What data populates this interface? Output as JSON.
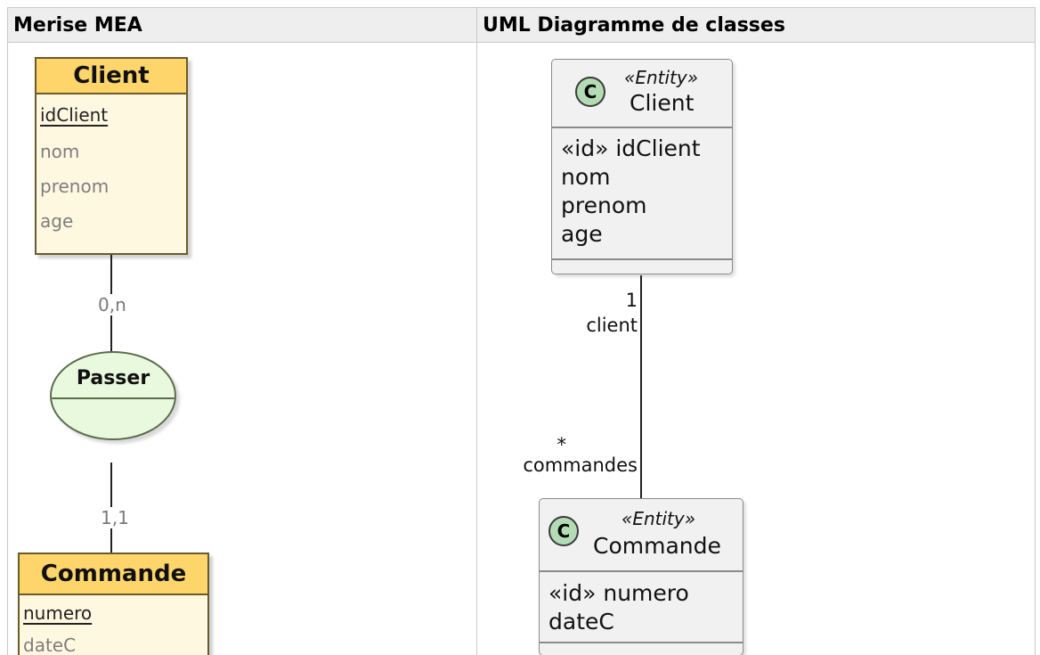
{
  "columns": {
    "left": "Merise MEA",
    "right": "UML Diagramme de classes"
  },
  "mea": {
    "client": {
      "name": "Client",
      "key": "idClient",
      "attributes": [
        "nom",
        "prenom",
        "age"
      ]
    },
    "association": {
      "name": "Passer",
      "card_top": "0,n",
      "card_bottom": "1,1"
    },
    "commande": {
      "name": "Commande",
      "key": "numero",
      "attributes": [
        "dateC"
      ]
    }
  },
  "uml": {
    "client": {
      "stereotype": "«Entity»",
      "icon_letter": "C",
      "name": "Client",
      "attributes": [
        "«id» idClient",
        "nom",
        "prenom",
        "age"
      ]
    },
    "commande": {
      "stereotype": "«Entity»",
      "icon_letter": "C",
      "name": "Commande",
      "attributes": [
        "«id» numero",
        "dateC"
      ]
    },
    "association": {
      "top_multiplicity": "1",
      "top_role": "client",
      "bottom_multiplicity": "*",
      "bottom_role": "commandes"
    }
  },
  "colors": {
    "entity_fill": "#fff8e1",
    "entity_header": "#fdd56a",
    "association_fill": "#e8f9dd",
    "uml_class_fill": "#f1f1f1",
    "uml_icon_fill": "#b4dcb4"
  }
}
